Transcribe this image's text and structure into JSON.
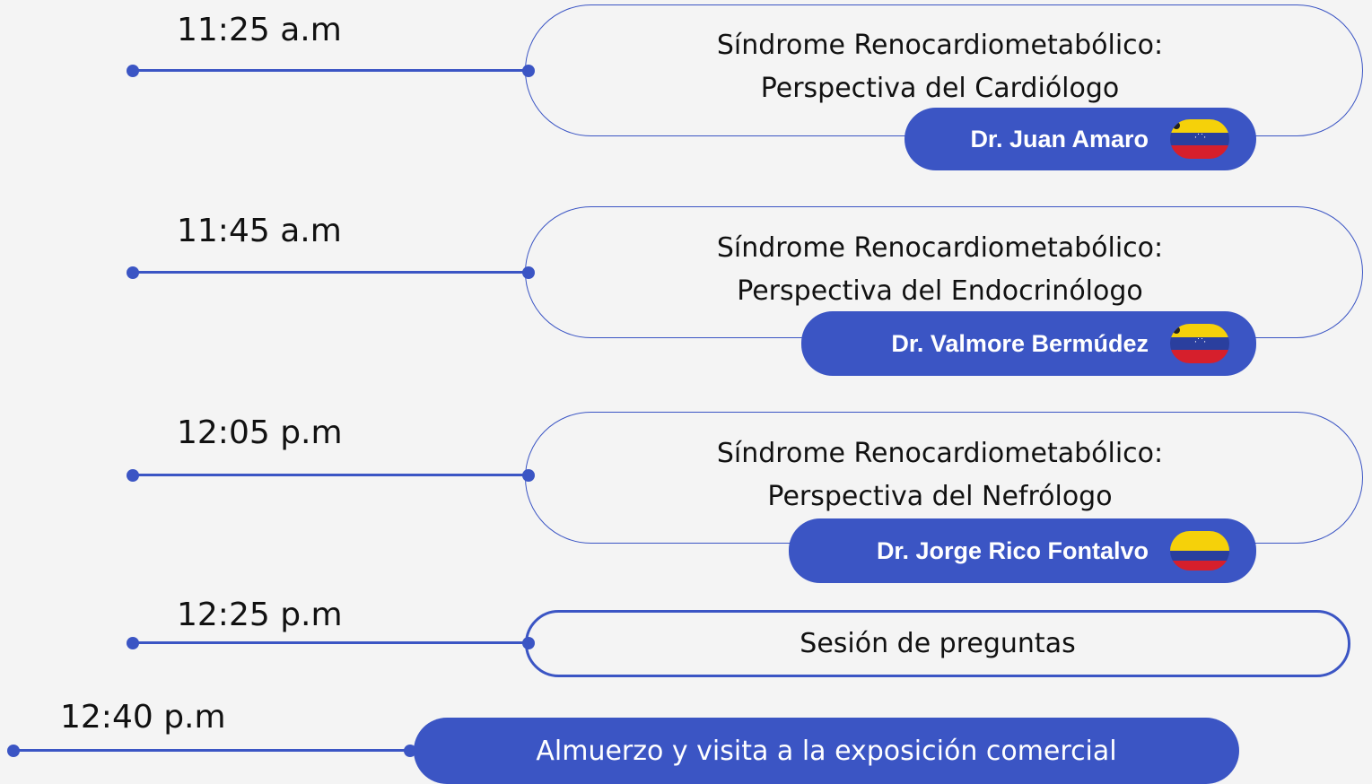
{
  "sessions": [
    {
      "time": "11:25 a.m",
      "title_line1": "Síndrome Renocardiometabólico:",
      "title_line2": "Perspectiva del Cardiólogo",
      "speaker": "Dr. Juan Amaro",
      "flag": "venezuela-flag"
    },
    {
      "time": "11:45 a.m",
      "title_line1": "Síndrome Renocardiometabólico:",
      "title_line2": "Perspectiva del Endocrinólogo",
      "speaker": "Dr. Valmore Bermúdez",
      "flag": "venezuela-flag"
    },
    {
      "time": "12:05 p.m",
      "title_line1": "Síndrome Renocardiometabólico:",
      "title_line2": "Perspectiva del Nefrólogo",
      "speaker": "Dr. Jorge Rico Fontalvo",
      "flag": "colombia-flag"
    }
  ],
  "qa": {
    "time": "12:25 p.m",
    "label": "Sesión de preguntas"
  },
  "lunch": {
    "time": "12:40 p.m",
    "label": "Almuerzo y visita a la exposición comercial"
  },
  "colors": {
    "accent": "#3b55c4",
    "background": "#f4f4f4",
    "text": "#111111"
  }
}
